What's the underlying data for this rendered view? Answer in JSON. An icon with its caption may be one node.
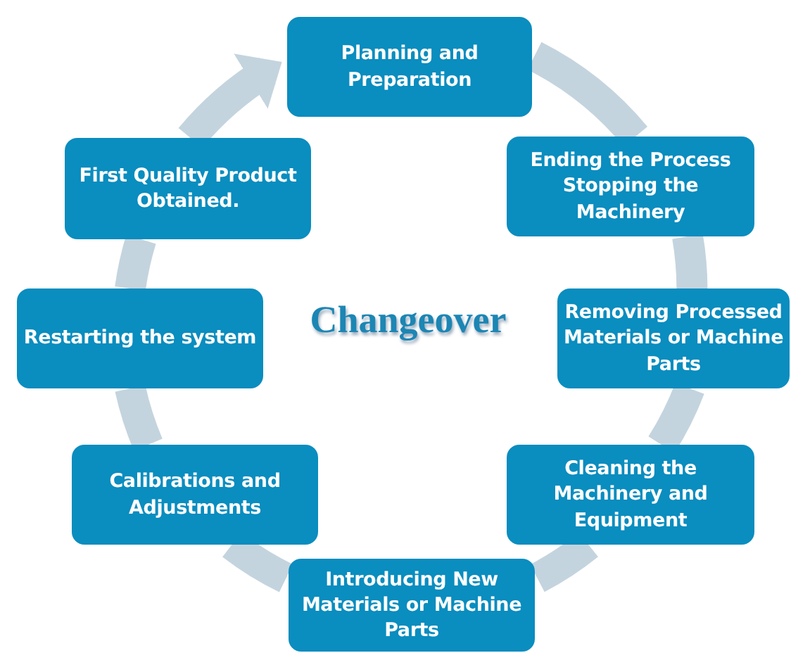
{
  "diagram": {
    "title": "Changeover",
    "nodes": [
      {
        "text": [
          "Planning and Preparation"
        ]
      },
      {
        "text": [
          "Ending the Process Stopping the Machinery"
        ]
      },
      {
        "text": [
          "Removing Processed Materials or Machine Parts"
        ]
      },
      {
        "text": [
          "Cleaning the Machinery and Equipment"
        ]
      },
      {
        "text": [
          "Introducing New Materials or Machine Parts"
        ]
      },
      {
        "text": [
          "Calibrations and Adjustments"
        ]
      },
      {
        "text": [
          "Restarting the system"
        ]
      },
      {
        "text": [
          "First Quality Product Obtained."
        ]
      }
    ],
    "edges": [
      {
        "from": 0,
        "to": 1,
        "arrow": "none"
      },
      {
        "from": 1,
        "to": 2,
        "arrow": "none"
      },
      {
        "from": 2,
        "to": 3,
        "arrow": "none"
      },
      {
        "from": 3,
        "to": 4,
        "arrow": "none"
      },
      {
        "from": 4,
        "to": 5,
        "arrow": "none"
      },
      {
        "from": 5,
        "to": 6,
        "arrow": "none"
      },
      {
        "from": 6,
        "to": 7,
        "arrow": "none"
      },
      {
        "from": 7,
        "to": 0,
        "arrow": "to"
      }
    ]
  }
}
